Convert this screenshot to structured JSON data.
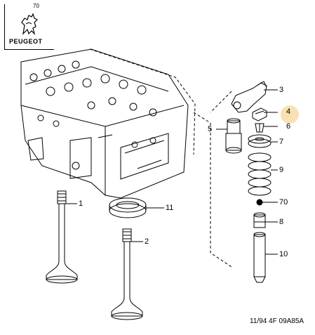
{
  "brand": {
    "name": "PEUGEOT",
    "page_marker": "70"
  },
  "callouts": {
    "c1": "1",
    "c2": "2",
    "c3": "3",
    "c4": "4",
    "c5": "5",
    "c6": "6",
    "c7": "7",
    "c8": "8",
    "c9": "9",
    "c10": "10",
    "c11": "11",
    "c70": "70"
  },
  "footer": {
    "code": "11/94 4F 09A85A"
  },
  "colors": {
    "line": "#000000",
    "highlight": "#f7dca5",
    "background": "#ffffff"
  }
}
